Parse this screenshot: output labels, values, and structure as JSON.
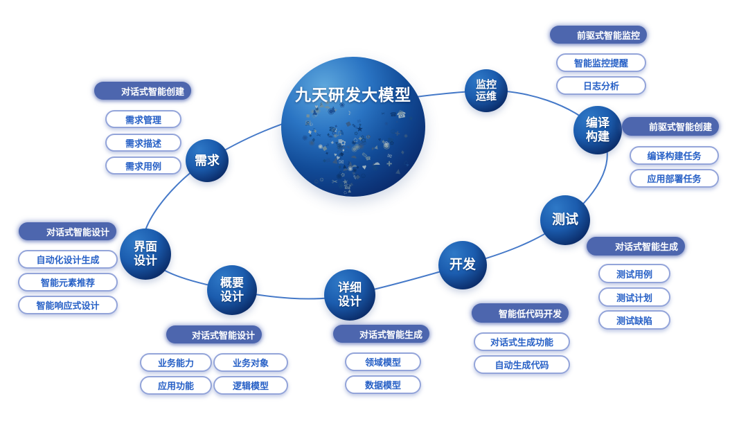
{
  "colors": {
    "header_fill": "#4d66ae",
    "header_text": "#ffffff",
    "item_border": "#93a4d9",
    "item_text": "#2760c6",
    "ring_line": "#4579c8",
    "node_light": "#2f79c7",
    "node_mid": "#1b5cae",
    "node_dark": "#0a2a66",
    "sphere_light": "#5fa8dd",
    "sphere_mid": "#2a74c3",
    "sphere_dark": "#0a2a6b"
  },
  "sphere": {
    "title": "九天研发大模型"
  },
  "nodes": {
    "requirements": {
      "label": "需求"
    },
    "ui_design": {
      "label": "界面\n设计"
    },
    "outline_design": {
      "label": "概要\n设计"
    },
    "detailed_design": {
      "label": "详细\n设计"
    },
    "development": {
      "label": "开发"
    },
    "testing": {
      "label": "测试"
    },
    "build": {
      "label": "编译\n构建"
    },
    "monitor_ops": {
      "label": "监控\n运维"
    }
  },
  "groups": {
    "req_create": {
      "title": "对话式智能创建",
      "items": [
        "需求管理",
        "需求描述",
        "需求用例"
      ]
    },
    "monitor": {
      "title": "前驱式智能监控",
      "items": [
        "智能监控提醒",
        "日志分析"
      ]
    },
    "build_create": {
      "title": "前驱式智能创建",
      "items": [
        "编译构建任务",
        "应用部署任务"
      ]
    },
    "test_gen": {
      "title": "对话式智能生成",
      "items": [
        "测试用例",
        "测试计划",
        "测试缺陷"
      ]
    },
    "lowcode": {
      "title": "智能低代码开发",
      "items": [
        "对话式生成功能",
        "自动生成代码"
      ]
    },
    "design_gen": {
      "title": "对话式智能生成",
      "items": [
        "领域模型",
        "数据模型"
      ]
    },
    "design_2x2": {
      "title": "对话式智能设计",
      "items": [
        "业务能力",
        "业务对象",
        "应用功能",
        "逻辑模型"
      ]
    },
    "ui_design": {
      "title": "对话式智能设计",
      "items": [
        "自动化设计生成",
        "智能元素推荐",
        "智能响应式设计"
      ]
    }
  }
}
